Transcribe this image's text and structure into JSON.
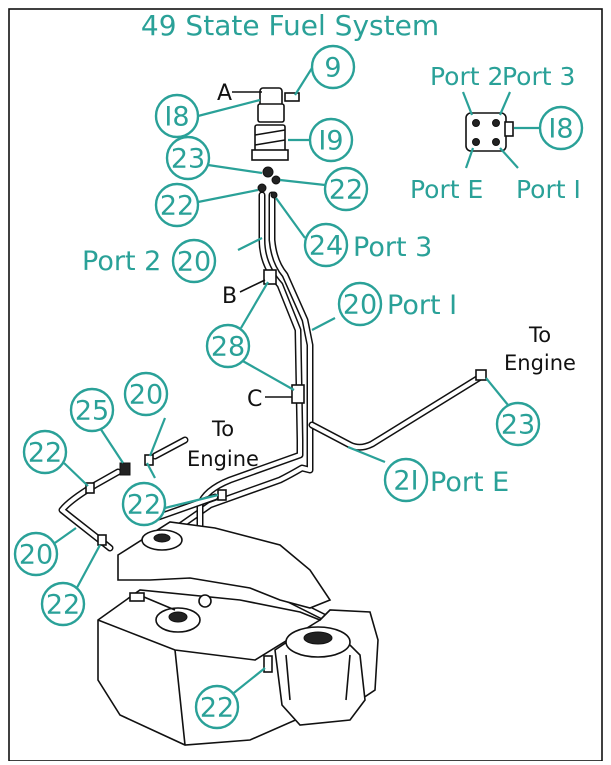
{
  "title": "49 State Fuel System",
  "colors": {
    "accent": "#2aa198",
    "line": "#111111",
    "background": "#ffffff"
  },
  "port_diagram": {
    "port_2": "Port 2",
    "port_3": "Port 3",
    "port_e": "Port E",
    "port_1": "Port I",
    "callout": "I8"
  },
  "letters": {
    "a": "A",
    "b": "B",
    "c": "C"
  },
  "hose_labels": {
    "port_2": "Port 2",
    "port_3": "Port 3",
    "port_1": "Port I",
    "port_e": "Port E"
  },
  "engine_labels": {
    "right_to": "To",
    "right_engine": "Engine",
    "left_to": "To",
    "left_engine": "Engine"
  },
  "callouts": {
    "c9": "9",
    "c18": "I8",
    "c19": "I9",
    "c23_top": "23",
    "c22_left": "22",
    "c22_right": "22",
    "c24": "24",
    "c20_port2": "20",
    "c20_port1": "20",
    "c28": "28",
    "c23_right": "23",
    "c21": "2I",
    "c25": "25",
    "c20_left": "20",
    "c22_upper_left": "22",
    "c22_mid": "22",
    "c20_lower_left": "20",
    "c22_lower_left": "22",
    "c22_bottom": "22"
  }
}
